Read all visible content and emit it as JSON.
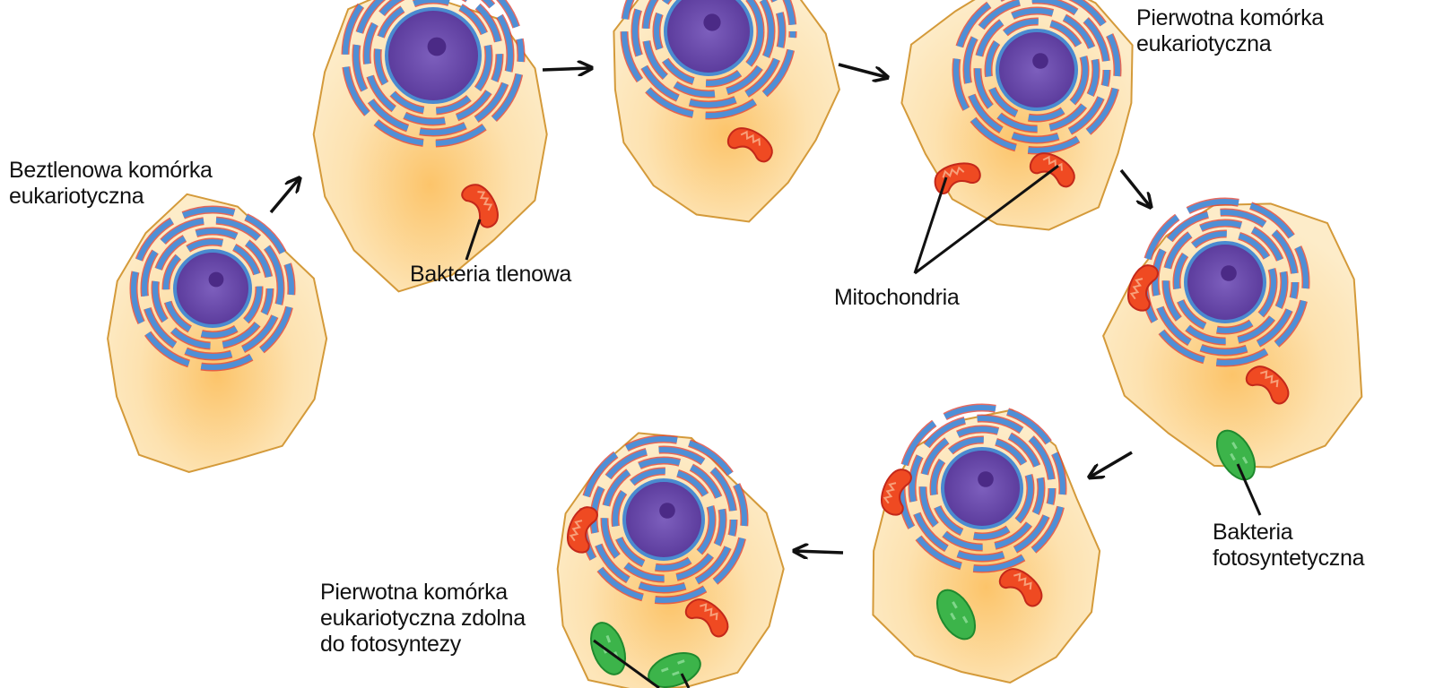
{
  "title": "Endosymbiosis of eukaryotic cell",
  "labels": {
    "anaerobic_cell": [
      "Beztlenowa komórka",
      "eukariotyczna"
    ],
    "aerobic_bacterium": "Bakteria tlenowa",
    "primitive_cell": [
      "Pierwotna komórka",
      "eukariotyczna"
    ],
    "mitochondria": "Mitochondria",
    "photosynthetic_bacterium": [
      "Bakteria",
      "fotosyntetyczna"
    ],
    "photosynthetic_cell": [
      "Pierwotna komórka",
      "eukariotyczna zdolna",
      "do fotosyntezy"
    ]
  },
  "colors": {
    "cytoplasm": "#fde3b0",
    "membrane": "#d49a3a",
    "nucleus": "#6a4aa8",
    "er": "#4f8fd6",
    "ribosome": "#e0453a",
    "mitochondrion": "#ef4a22",
    "chloroplast": "#3cb44a"
  }
}
